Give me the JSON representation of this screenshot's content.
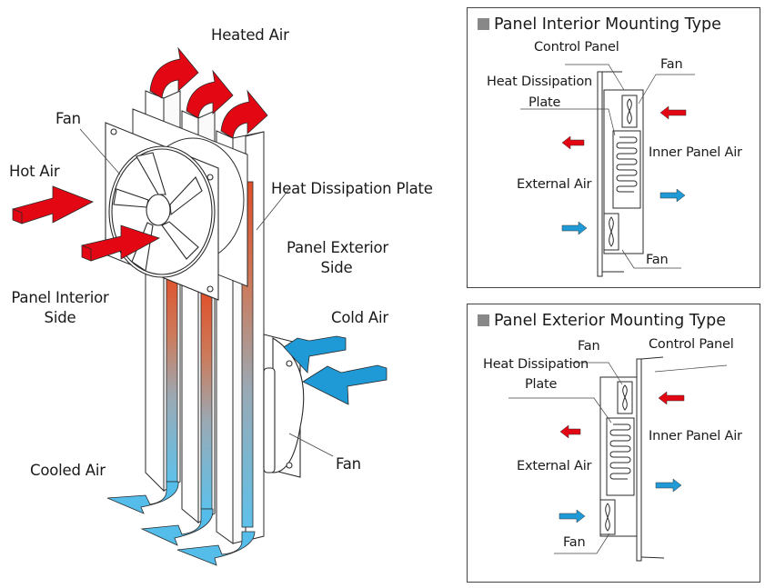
{
  "colors": {
    "hot": "#e30613",
    "cold": "#1f9ad6",
    "cold_light": "#55bde9",
    "pipe_hot": "#d2704a",
    "pipe_cold": "#6ec6ea",
    "line": "#2a2a2a",
    "legend_square": "#888888"
  },
  "main_diagram": {
    "labels": {
      "heated_air": "Heated Air",
      "fan_top": "Fan",
      "hot_air": "Hot Air",
      "heat_dissipation_plate": "Heat Dissipation Plate",
      "panel_exterior_side": [
        "Panel Exterior",
        "Side"
      ],
      "panel_interior_side": [
        "Panel Interior",
        "Side"
      ],
      "cold_air": "Cold Air",
      "fan_bottom": "Fan",
      "cooled_air": "Cooled Air"
    }
  },
  "panel_interior": {
    "title": "Panel Interior Mounting Type",
    "labels": {
      "control_panel": "Control Panel",
      "fan_top": "Fan",
      "heat_dissipation": "Heat Dissipation",
      "plate": "Plate",
      "inner_panel_air": "Inner Panel Air",
      "external_air": "External Air",
      "fan_bottom": "Fan"
    }
  },
  "panel_exterior": {
    "title": "Panel Exterior Mounting Type",
    "labels": {
      "fan_top": "Fan",
      "control_panel": "Control Panel",
      "heat_dissipation": "Heat Dissipation",
      "plate": "Plate",
      "inner_panel_air": "Inner Panel Air",
      "external_air": "External Air",
      "fan_bottom": "Fan"
    }
  }
}
